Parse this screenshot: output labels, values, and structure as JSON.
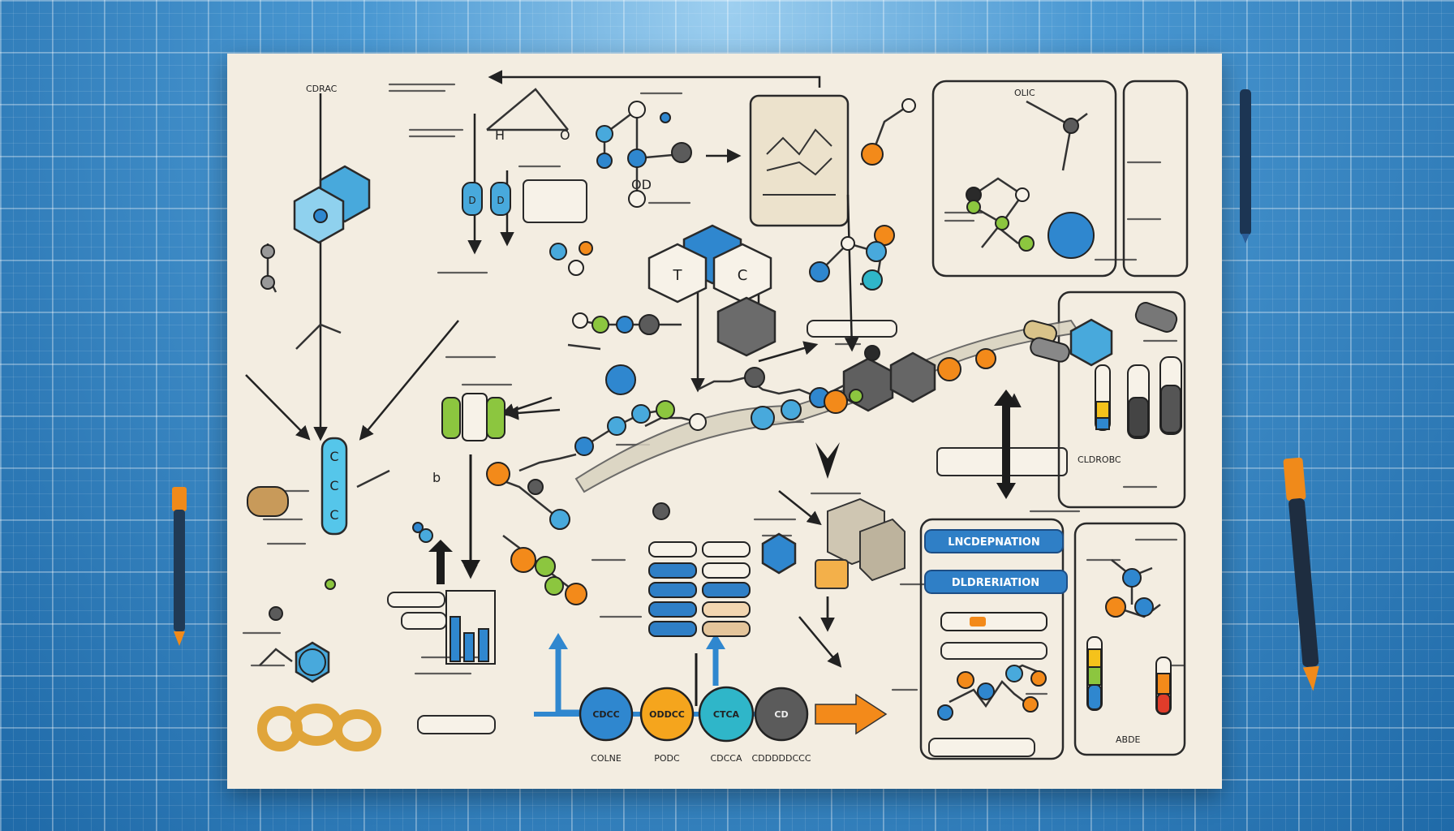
{
  "colors": {
    "paper": "#f3ede1",
    "ink": "#222222",
    "blue": "#3d8bd0",
    "cyan": "#4cc3e6",
    "orange": "#f39a1d",
    "green": "#8cc63f",
    "gray": "#5b5b5b",
    "navy": "#1f5fa0"
  },
  "hex_labels": {
    "t": "T",
    "c": "C"
  },
  "capsule_labels": {
    "c1": "C",
    "c2": "C",
    "c3": "C"
  },
  "cell_labels": {
    "d1": "D",
    "d2": "D",
    "h": "H",
    "o": "O",
    "od": "OD",
    "b": "b"
  },
  "banners": {
    "b1": "LNCDEPNATION",
    "b2": "DLDRERIATION"
  },
  "notes": {
    "top_left": "CDRAC",
    "right_top": "OLIC",
    "lower_right": "CLDROBC",
    "corner": "ABDE"
  },
  "node_labels": [
    "CDCC",
    "ODDCC",
    "CTCA",
    "CD"
  ],
  "node_captions": [
    "COLNE",
    "PODC",
    "CDCCA",
    "CDDDDDCCC"
  ]
}
